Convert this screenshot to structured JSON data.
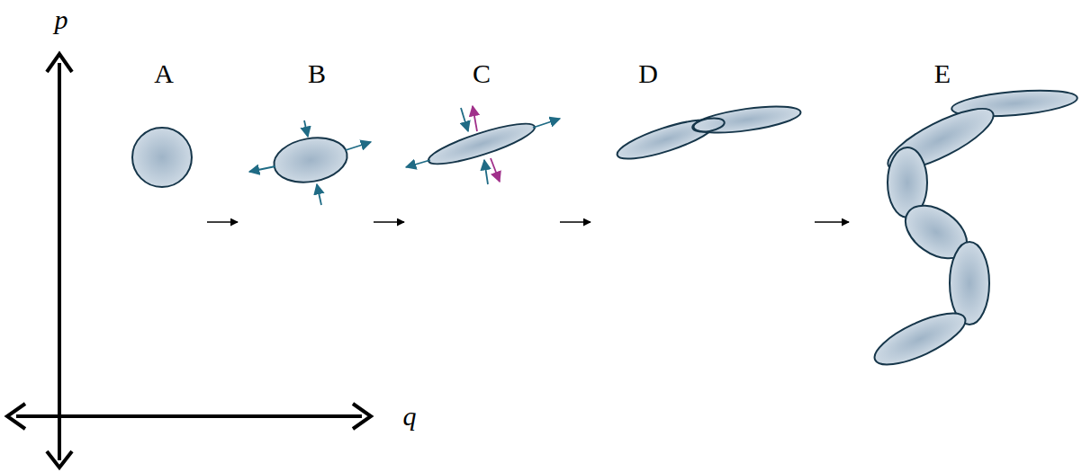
{
  "diagram": {
    "labels": [
      "p",
      "q",
      "A",
      "B",
      "C",
      "D",
      "E"
    ]
  }
}
